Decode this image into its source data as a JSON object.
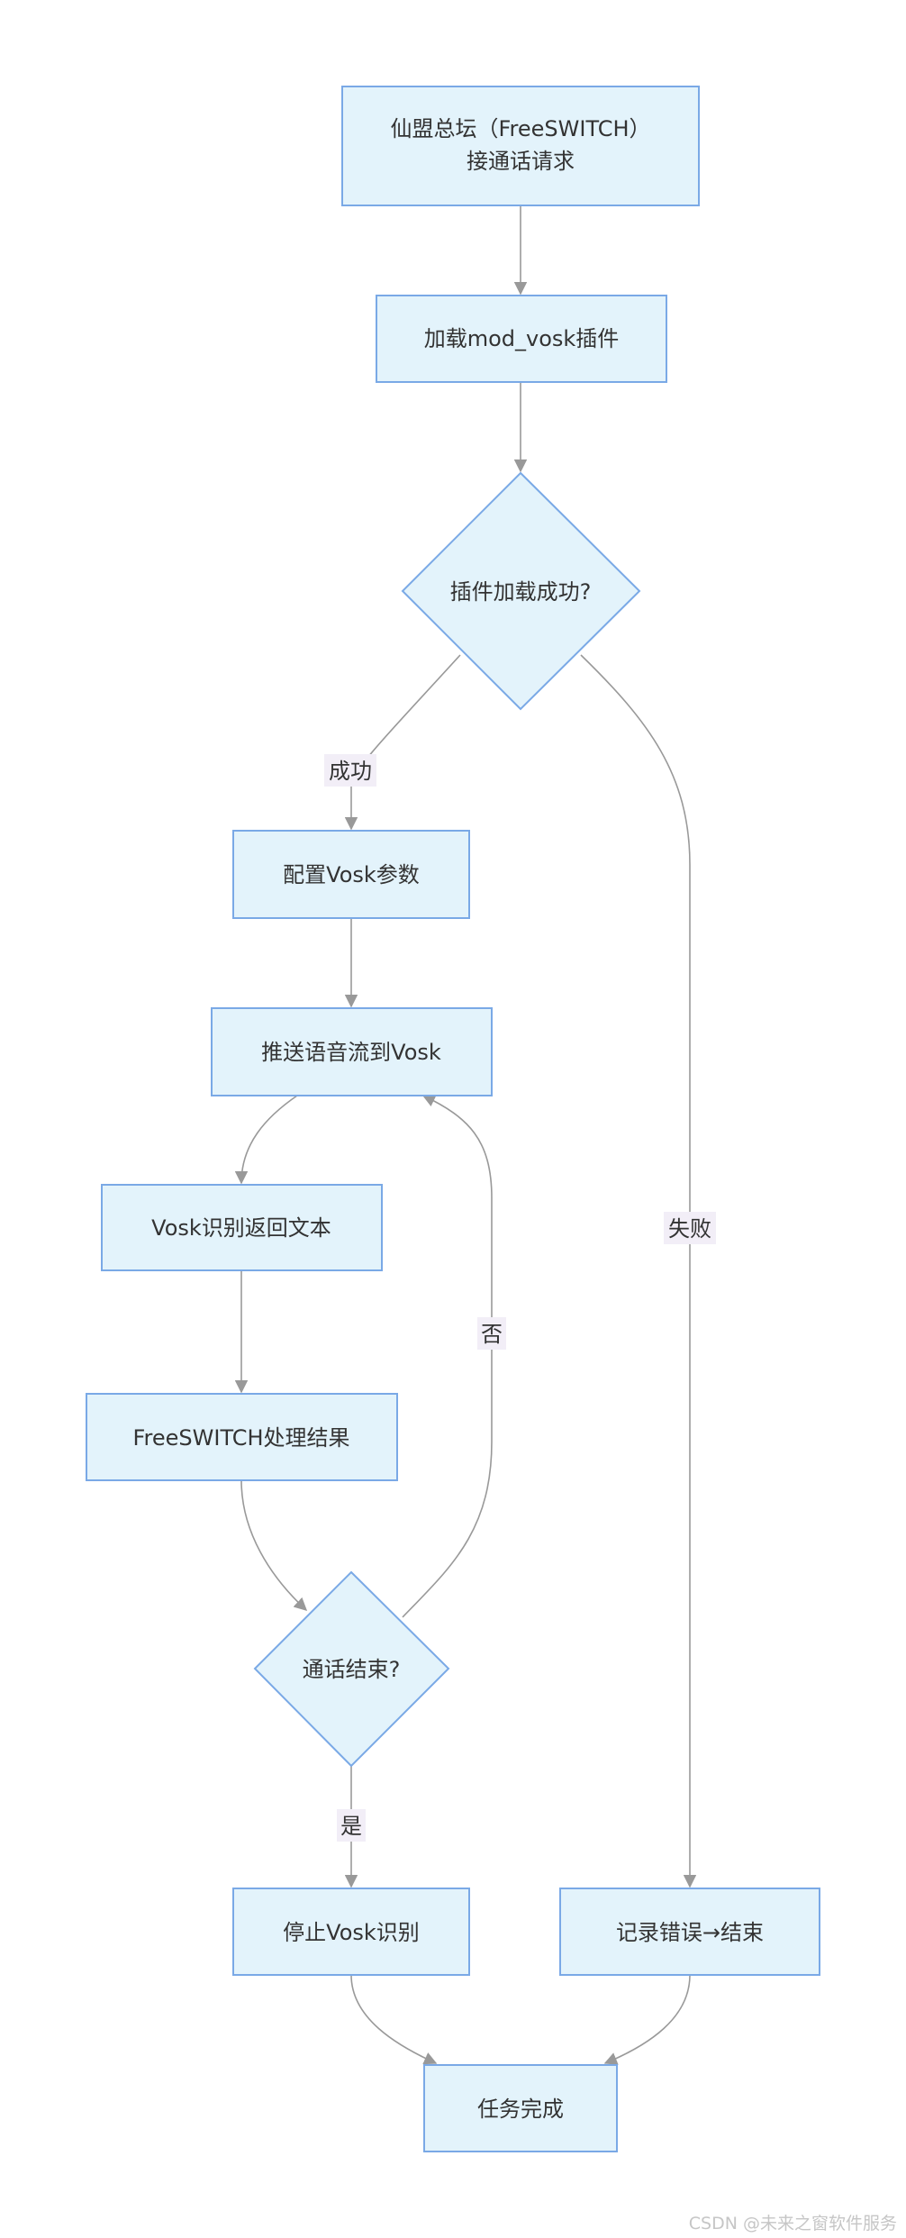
{
  "nodes": {
    "accept_call": {
      "line1": "仙盟总坛（FreeSWITCH）",
      "line2": "接通话请求"
    },
    "load_plugin": "加载mod_vosk插件",
    "plugin_ok": "插件加载成功?",
    "config_vosk": "配置Vosk参数",
    "push_stream": "推送语音流到Vosk",
    "vosk_return": "Vosk识别返回文本",
    "process_result": "FreeSWITCH处理结果",
    "call_ended": "通话结束?",
    "stop_vosk": "停止Vosk识别",
    "log_error": "记录错误→结束",
    "task_done": "任务完成"
  },
  "edge_labels": {
    "success": "成功",
    "failure": "失败",
    "no": "否",
    "yes": "是"
  },
  "watermark": "CSDN @未来之窗软件服务",
  "colors": {
    "node_fill": "#e3f3fb",
    "node_stroke": "#7aa9e6",
    "edge": "#999999",
    "label_bg": "#f2eef7"
  }
}
